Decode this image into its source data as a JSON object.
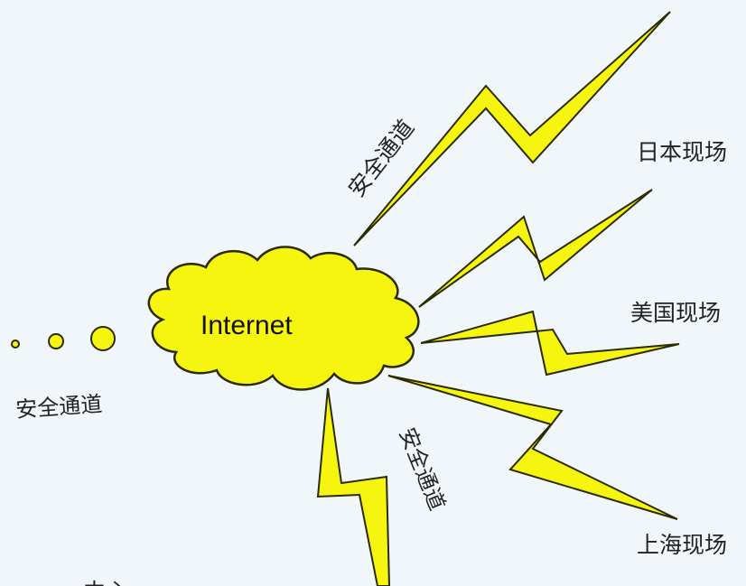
{
  "diagram": {
    "cloud_label": "Internet",
    "channel_label": "安全通道",
    "sites": [
      {
        "id": "japan",
        "label": "日本现场"
      },
      {
        "id": "usa",
        "label": "美国现场"
      },
      {
        "id": "shanghai",
        "label": "上海现场"
      }
    ],
    "bottom_partial_label": "中心"
  },
  "colors": {
    "background": "#f1f6fa",
    "bolt_fill": "#f5f50f",
    "outline": "#2b2b00",
    "text": "#222222"
  }
}
